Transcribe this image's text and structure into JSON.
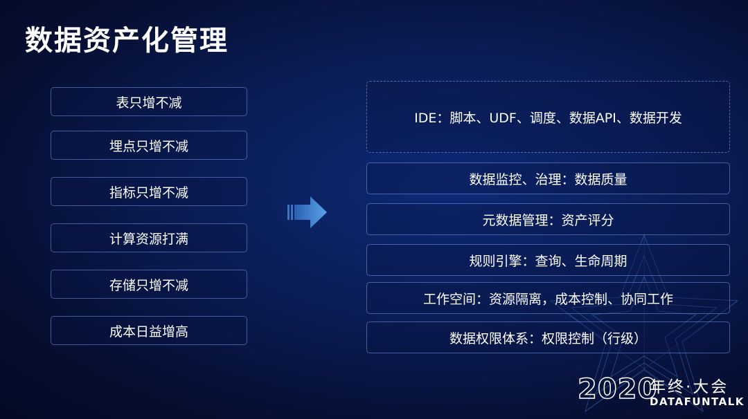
{
  "title": "数据资产化管理",
  "left_items": [
    "表只增不减",
    "埋点只增不减",
    "指标只增不减",
    "计算资源打满",
    "存储只增不减",
    "成本日益增高"
  ],
  "right_items": [
    "IDE：脚本、UDF、调度、数据API、数据开发",
    "数据监控、治理：数据质量",
    "元数据管理：资产评分",
    "规则引擎：查询、生命周期",
    "工作空间：资源隔离，成本控制、协同工作",
    "数据权限体系：权限控制（行级）"
  ],
  "logo": {
    "year": "2020",
    "cn": "年终·大会",
    "en": "DATAFUNTALK"
  },
  "colors": {
    "background": "#0a1d55",
    "arrow": "#4a90d9",
    "border": "#7896e6"
  }
}
